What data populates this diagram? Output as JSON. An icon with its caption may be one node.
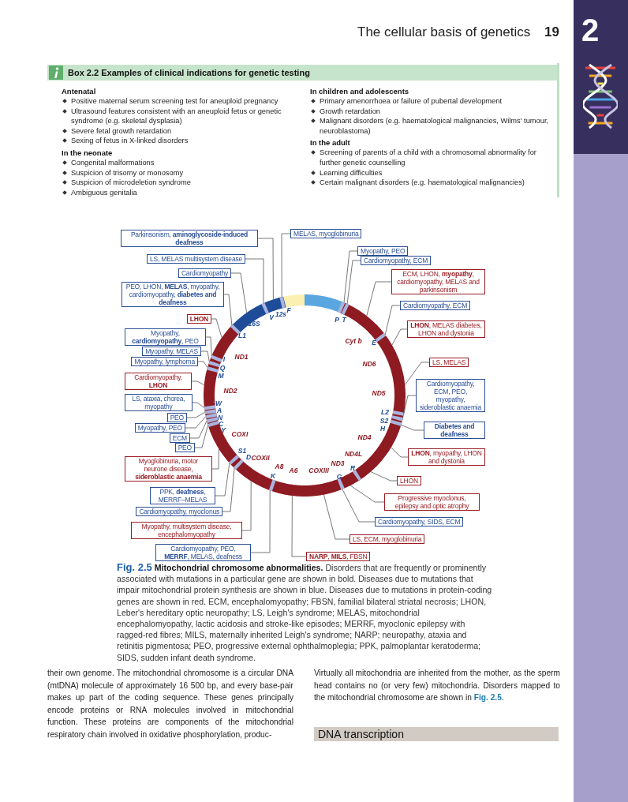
{
  "diagram": {
    "caption": "**Fig. 2.5** **Mitochondrial chromosome abnormalities.** Disorders that are frequently or prominently associated with mutations in a particular gene are shown in bold. Diseases due to mutations that impair mitochondrial protein synthesis are shown in blue. Diseases due to mutations in protein-coding genes are shown in red. ECM, encephalomyopathy; FBSN, familial bilateral striatal necrosis; LHON, Leber's hereditary optic neuropathy; LS, Leigh's syndrome; MELAS, mitochondrial encephalomyopathy, lactic acidosis and stroke-like episodes; MERRF, myoclonic epilepsy with ragged-red fibres; MILS, maternally inherited Leigh's syndrome; NARP; neuropathy, ataxia and retinitis pigmentosa; PEO, progressive external ophthalmoplegia; PPK, palmoplantar keratoderma; SIDS, sudden infant death syndrome.",
    "nodes": [
      {
        "text": [
          "Box 2.2 Examples of clinical indications for genetic testing",
          "Antenatal",
          "Positive maternal serum screening test for aneuploid pregnancy",
          "Ultrasound features consistent with an aneuploid fetus or genetic syndrome (e.g. skeletal dysplasia)",
          "Severe fetal growth retardation",
          "Sexing of fetus in X-linked disorders",
          "In the neonate",
          "Congenital malformations",
          "Suspicion of trisomy or monosomy",
          "Suspicion of microdeletion syndrome",
          "Ambiguous genitalia",
          "In children and adolescents",
          "Primary amenorrhoea or failure of pubertal development",
          "Growth retardation",
          "Malignant disorders (e.g. haematological malignancies, Wilms' tumour, neuroblastoma)",
          "In the adult",
          "Screening of parents of a child with a chromosomal abnormality for further genetic counselling",
          "Learning difficulties",
          "Certain malignant disorders (e.g. haematological malignancies)"
        ]
      },
      {
        "text": [
          "Parkinsonism, **aminoglycoside-induced deafness**"
        ]
      },
      {
        "text": [
          "MELAS, myoglobinuria"
        ]
      },
      {
        "text": [
          "LS, MELAS multisystem disease"
        ]
      },
      {
        "text": [
          "Cardiomyopathy"
        ]
      },
      {
        "text": [
          "PEO, LHON, **MELAS**, myopathy, cardiomyopathy, **diabetes and deafness**"
        ]
      },
      {
        "text": [
          "LHON"
        ]
      },
      {
        "text": [
          "Myopathy, **cardiomyopathy**, PEO"
        ]
      },
      {
        "text": [
          "Myopathy, MELAS"
        ]
      },
      {
        "text": [
          "Myopathy, lymphoma"
        ]
      },
      {
        "text": [
          "Cardiomyopathy, **LHON**"
        ]
      },
      {
        "text": [
          "LS, ataxia, chorea, myopathy"
        ]
      },
      {
        "text": [
          "PEO"
        ]
      },
      {
        "text": [
          "Myopathy, PEO"
        ]
      },
      {
        "text": [
          "ECM"
        ]
      },
      {
        "text": [
          "PEO"
        ]
      },
      {
        "text": [
          "Myoglobinuria, motor neurone disease, **sideroblastic anaemia**"
        ]
      },
      {
        "text": [
          "PPK, **deafness**, MERRF–MELAS"
        ]
      },
      {
        "text": [
          "Cardiomyopathy, myoclonus"
        ]
      },
      {
        "text": [
          "Myopathy, multisystem disease, encephalomyopathy"
        ]
      },
      {
        "text": [
          "Cardiomyopathy, PEO, **MERRF**, MELAS, deafness"
        ]
      },
      {
        "text": [
          "**NARP**, **MILS**, FBSN"
        ]
      },
      {
        "text": [
          "LS, ECM, myoglobinuria"
        ]
      },
      {
        "text": [
          "Cardiomyopathy, SIDS, ECM"
        ]
      },
      {
        "text": [
          "Progressive myoclonus, epilepsy and optic atrophy"
        ]
      },
      {
        "text": [
          "LHON"
        ]
      },
      {
        "text": [
          "**LHON**, myopathy, LHON and dystonia"
        ]
      },
      {
        "text": [
          "Diabetes and deafness"
        ]
      },
      {
        "text": [
          "Cardiomyopathy, ECM, PEO, myopathy, sideroblastic anaemia"
        ]
      },
      {
        "text": [
          "LS, MELAS"
        ]
      },
      {
        "text": [
          "**LHON**, MELAS diabetes, LHON and dystonia"
        ]
      },
      {
        "text": [
          "Cardiomyopathy, ECM"
        ]
      },
      {
        "text": [
          "ECM, LHON, **myopathy**, cardiomyopathy, MELAS and parkinsonism"
        ]
      },
      {
        "text": [
          "Cardiomyopathy, ECM"
        ]
      },
      {
        "text": [
          "Myopathy, PEO"
        ]
      },
      {
        "text": [],
        "shape": "circle"
      }
    ],
    "edges": [
      {
        "from": 1,
        "to": 35,
        "arrow": "none"
      },
      {
        "from": 2,
        "to": 35,
        "arrow": "none"
      },
      {
        "from": 3,
        "to": 35,
        "arrow": "none"
      },
      {
        "from": 4,
        "to": 35,
        "arrow": "none"
      },
      {
        "from": 5,
        "to": 35,
        "arrow": "none"
      },
      {
        "from": 6,
        "to": 35,
        "arrow": "none"
      },
      {
        "from": 7,
        "to": 35,
        "arrow": "none"
      },
      {
        "from": 8,
        "to": 35,
        "arrow": "none"
      },
      {
        "from": 9,
        "to": 35,
        "arrow": "none"
      },
      {
        "from": 10,
        "to": 35,
        "arrow": "none"
      },
      {
        "from": 11,
        "to": 35,
        "arrow": "none"
      },
      {
        "from": 12,
        "to": 35,
        "arrow": "none"
      },
      {
        "from": 13,
        "to": 35,
        "arrow": "none"
      },
      {
        "from": 14,
        "to": 35,
        "arrow": "none"
      },
      {
        "from": 15,
        "to": 35,
        "arrow": "none"
      },
      {
        "from": 16,
        "to": 35,
        "arrow": "none"
      },
      {
        "from": 17,
        "to": 35,
        "arrow": "none"
      },
      {
        "from": 18,
        "to": 35,
        "arrow": "none"
      },
      {
        "from": 19,
        "to": 35,
        "arrow": "none"
      },
      {
        "from": 20,
        "to": 35,
        "arrow": "none"
      },
      {
        "from": 21,
        "to": 35,
        "arrow": "none"
      },
      {
        "from": 22,
        "to": 35,
        "arrow": "none"
      },
      {
        "from": 23,
        "to": 35,
        "arrow": "none"
      },
      {
        "from": 24,
        "to": 35,
        "arrow": "none"
      },
      {
        "from": 25,
        "to": 35,
        "arrow": "none"
      },
      {
        "from": 26,
        "to": 35,
        "arrow": "none"
      },
      {
        "from": 27,
        "to": 35,
        "arrow": "none"
      },
      {
        "from": 28,
        "to": 35,
        "arrow": "none"
      },
      {
        "from": 29,
        "to": 35,
        "arrow": "none"
      },
      {
        "from": 30,
        "to": 35,
        "arrow": "none"
      },
      {
        "from": 31,
        "to": 35,
        "arrow": "none"
      },
      {
        "from": 32,
        "to": 35,
        "arrow": "none"
      },
      {
        "from": 33,
        "to": 35,
        "arrow": "none"
      },
      {
        "from": 34,
        "to": 35,
        "arrow": "none"
      }
    ],
    "labels": [
      "The cellular basis of genetics",
      "19",
      "2",
      "V",
      "12s",
      "F",
      "P",
      "T",
      "16S",
      "L1",
      "Cyt b",
      "E",
      "ND1",
      "I",
      "Q",
      "M",
      "ND6",
      "ND2",
      "ND5",
      "W",
      "A",
      "N",
      "C",
      "Y",
      "L2",
      "S2",
      "H",
      "COXI",
      "ND4",
      "S1",
      "D",
      "ND4L",
      "COXII",
      "ND3",
      "R",
      "A8",
      "A6",
      "COXIII",
      "G",
      "K",
      "their own genome. The mitochondrial chromosome is a circular DNA (mtDNA) molecule of approximately 16 500 bp, and every base-pair makes up part of the coding sequence. These genes principally encode proteins or RNA molecules involved in mitochondrial function. These proteins are components of the mitochondrial respiratory chain involved in oxidative phosphorylation, produc-",
      "Virtually all mitochondria are inherited from the mother, as the sperm head contains no (or very few) mitochondria. Disorders mapped to the mitochondrial chromosome are shown in **Fig. 2.5**.",
      "DNA transcription"
    ]
  }
}
